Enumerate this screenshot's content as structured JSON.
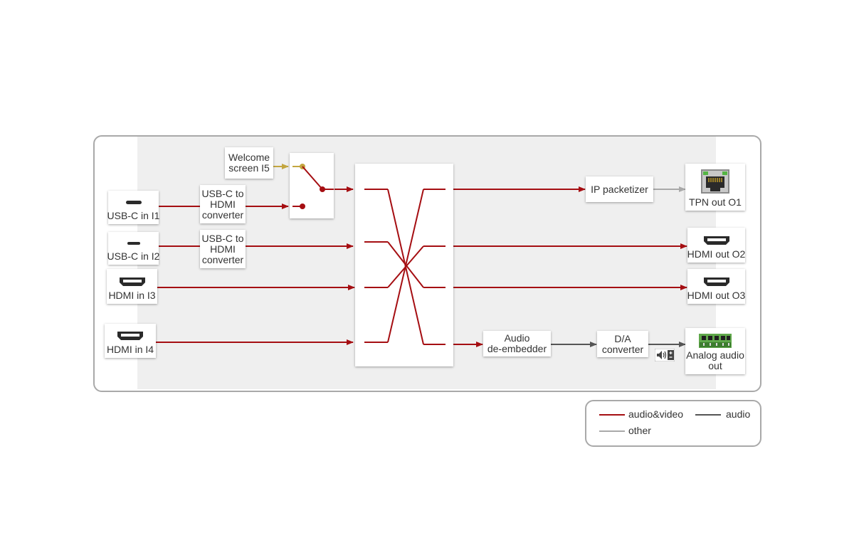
{
  "colors": {
    "audio_video": "#a50e12",
    "audio": "#555555",
    "other": "#a9a9a9",
    "welcome_signal": "#c3a640"
  },
  "inputs": {
    "i1": {
      "label": "USB-C in I1",
      "icon": "usb-c-port-icon"
    },
    "i2": {
      "label": "USB-C in I2",
      "icon": "usb-c-port-icon"
    },
    "i3": {
      "label": "HDMI in I3",
      "icon": "hdmi-port-icon"
    },
    "i4": {
      "label": "HDMI in I4",
      "icon": "hdmi-port-icon"
    },
    "i5": {
      "line1": "Welcome",
      "line2": "screen I5"
    }
  },
  "converters": {
    "usbc_hdmi_1": [
      "USB-C to",
      "HDMI",
      "converter"
    ],
    "usbc_hdmi_2": [
      "USB-C to",
      "HDMI",
      "converter"
    ]
  },
  "processing": {
    "ip_packetizer": "IP packetizer",
    "audio_deembedder": [
      "Audio",
      "de-embedder"
    ],
    "da_converter": [
      "D/A",
      "converter"
    ]
  },
  "outputs": {
    "o1": {
      "label": "TPN out O1",
      "icon": "rj45-port-icon"
    },
    "o2": {
      "label": "HDMI out O2",
      "icon": "hdmi-port-icon"
    },
    "o3": {
      "label": "HDMI out O3",
      "icon": "hdmi-port-icon"
    },
    "analog": {
      "line1": "Analog audio",
      "line2": "out",
      "icon": "terminal-block-icon"
    }
  },
  "volume_icon": "volume-balance-icon",
  "legend": {
    "audio_video": "audio&video",
    "audio": "audio",
    "other": "other"
  }
}
